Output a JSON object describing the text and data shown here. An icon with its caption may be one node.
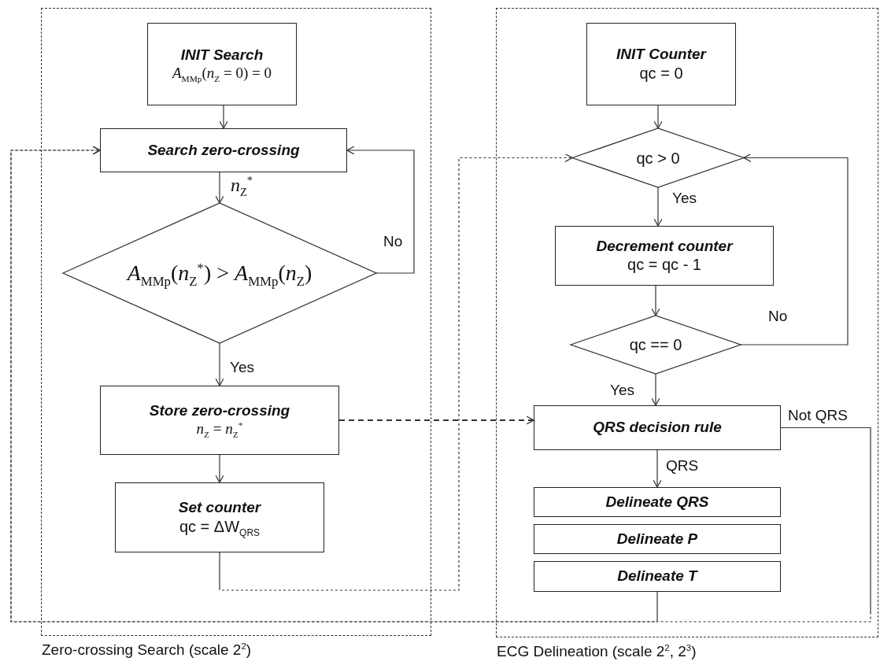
{
  "diagram": {
    "nodes": [
      {
        "text": [
          "Zero-crossing Search (scale 2$^{2}$)"
        ]
      },
      {
        "text": [
          "INIT Search",
          "*A*$_{MMp}$(*n*$_{Z}$ = 0) = 0"
        ],
        "in": 0
      },
      {
        "text": [
          "Search zero-crossing"
        ],
        "in": 0
      },
      {
        "text": [
          "*A*$_{MMp}$(*n*$_{Z}$$^{*}$) > *A*$_{MMp}$(*n*$_{Z}$)"
        ],
        "in": 0
      },
      {
        "text": [
          "Store  zero-crossing",
          "*n*$_{Z}$ = *n*$_{Z}$$^{*}$"
        ],
        "in": 0
      },
      {
        "text": [
          "Set  counter",
          "qc = ΔW$_{QRS}$"
        ],
        "in": 0
      },
      {
        "text": [
          "ECG Delineation (scale 2$^{2}$, 2$^{3}$)"
        ]
      },
      {
        "text": [
          "INIT Counter",
          "qc = 0"
        ],
        "in": 6
      },
      {
        "text": [
          "qc > 0"
        ],
        "in": 6
      },
      {
        "text": [
          "Decrement counter",
          "qc = qc - 1"
        ],
        "in": 6
      },
      {
        "text": [
          "qc == 0"
        ],
        "in": 6
      },
      {
        "text": [
          "QRS decision rule"
        ],
        "in": 6
      },
      {
        "text": [
          "Delineate QRS"
        ],
        "in": 6
      },
      {
        "text": [
          "Delineate P"
        ],
        "in": 6
      },
      {
        "text": [
          "Delineate T"
        ],
        "in": 6
      }
    ],
    "edges": [
      {
        "from": 1,
        "to": 2,
        "arrow": "to"
      },
      {
        "from": 2,
        "to": 3,
        "arrow": "to",
        "label": "*n*$_{Z}$$^{*}$"
      },
      {
        "from": 3,
        "to": 2,
        "arrow": "to",
        "label": "No"
      },
      {
        "from": 3,
        "to": 4,
        "arrow": "to",
        "label": "Yes"
      },
      {
        "from": 4,
        "to": 5,
        "arrow": "to"
      },
      {
        "from": 5,
        "to": 8,
        "arrow": "to",
        "style": "dashed"
      },
      {
        "from": 4,
        "to": 11,
        "arrow": "to",
        "style": "dashed"
      },
      {
        "from": 7,
        "to": 8,
        "arrow": "to"
      },
      {
        "from": 8,
        "to": 9,
        "arrow": "to",
        "label": "Yes"
      },
      {
        "from": 9,
        "to": 10,
        "arrow": "to"
      },
      {
        "from": 10,
        "to": 8,
        "arrow": "to",
        "label": "No"
      },
      {
        "from": 10,
        "to": 11,
        "arrow": "to",
        "label": "Yes"
      },
      {
        "from": 11,
        "to": 12,
        "arrow": "to",
        "label": "QRS"
      },
      {
        "from": 11,
        "to": 2,
        "arrow": "to",
        "label": "Not QRS",
        "style": "dashed"
      },
      {
        "from": 14,
        "to": 2,
        "arrow": "to",
        "style": "dashed"
      }
    ]
  }
}
